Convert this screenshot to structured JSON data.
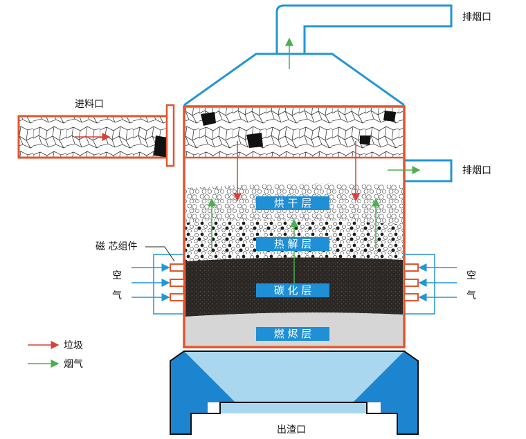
{
  "labels": {
    "exhaust_top": "排烟口",
    "exhaust_side": "排烟口",
    "feed_inlet": "进料口",
    "magnetic_core": "磁 芯组件",
    "air_left_1": "空",
    "air_left_2": "气",
    "air_right_1": "空",
    "air_right_2": "气",
    "slag_outlet": "出渣口"
  },
  "layers": {
    "drying": "烘 干 层",
    "pyrolysis": "热 解 层",
    "carbonization": "碳 化 层",
    "combustion": "燃 烬 层"
  },
  "legend": {
    "garbage": "垃圾",
    "smoke": "烟气"
  },
  "colors": {
    "vessel": "#e2542b",
    "hood": "#2196d8",
    "pipe": "#2196d8",
    "garbage_arrow": "#d9403a",
    "smoke_arrow": "#4caf50",
    "layer_label_bg": "#1f8fd6",
    "carbon": "#2b2724",
    "ash": "#d6d6d6",
    "base_light": "#a9d7ef",
    "base_dark": "#1d84cf"
  }
}
